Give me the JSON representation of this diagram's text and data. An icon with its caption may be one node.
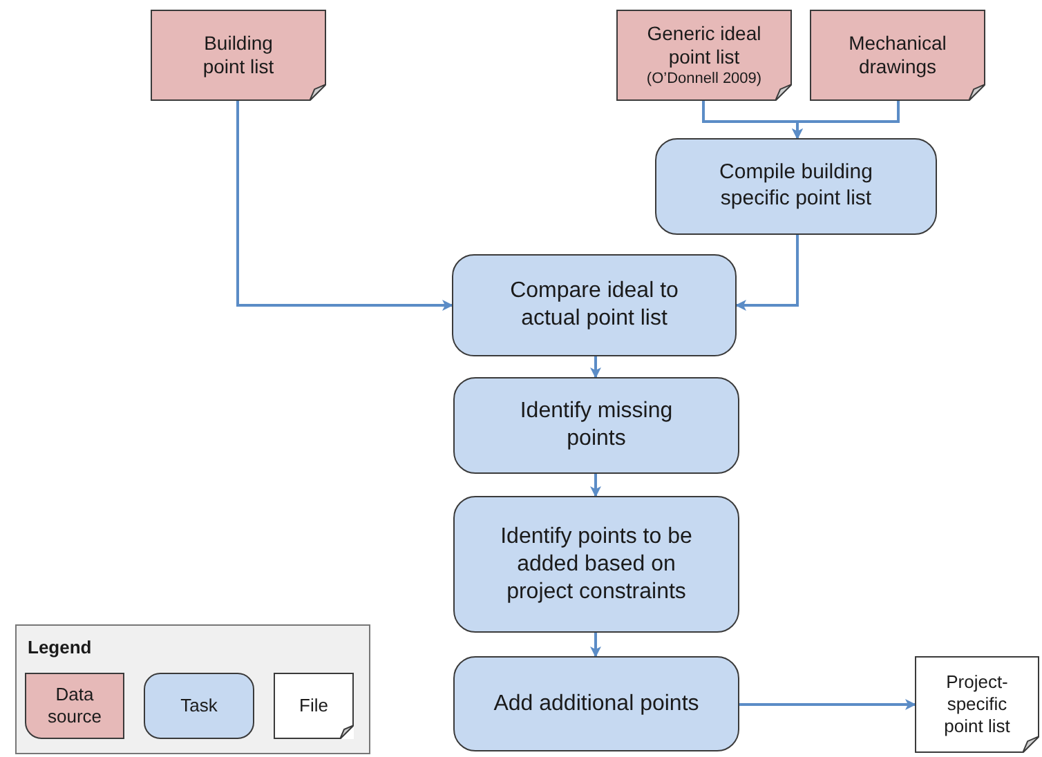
{
  "diagram": {
    "nodes": [
      {
        "text": [
          "Building point list"
        ]
      },
      {
        "text": [
          "Generic ideal point list",
          "(O’Donnell 2009)"
        ]
      },
      {
        "text": [
          "Mechanical drawings"
        ]
      },
      {
        "text": [
          "Compile building specific point list"
        ]
      },
      {
        "text": [
          "Compare ideal to actual point list"
        ]
      },
      {
        "text": [
          "Identify missing points"
        ]
      },
      {
        "text": [
          "Identify points to be added based on project constraints"
        ]
      },
      {
        "text": [
          "Add additional points"
        ]
      },
      {
        "text": [
          "Project-specific point list"
        ]
      }
    ],
    "edges": [
      {
        "from": 1,
        "to": 3,
        "arrow": "to"
      },
      {
        "from": 2,
        "to": 3,
        "arrow": "to"
      },
      {
        "from": 0,
        "to": 4,
        "arrow": "to"
      },
      {
        "from": 3,
        "to": 4,
        "arrow": "to"
      },
      {
        "from": 4,
        "to": 5,
        "arrow": "to"
      },
      {
        "from": 5,
        "to": 6,
        "arrow": "to"
      },
      {
        "from": 6,
        "to": 7,
        "arrow": "to"
      },
      {
        "from": 7,
        "to": 8,
        "arrow": "to"
      }
    ],
    "labels": [
      "Legend"
    ],
    "legend": [
      {
        "text": "Data source"
      },
      {
        "text": "Task"
      },
      {
        "text": "File"
      }
    ]
  }
}
